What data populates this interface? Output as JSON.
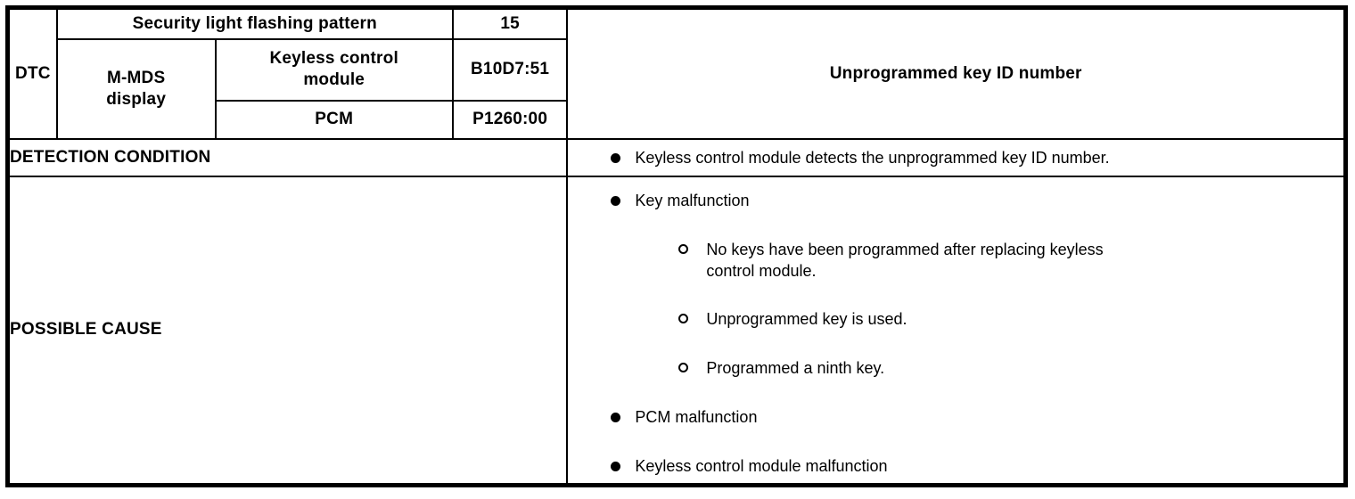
{
  "colors": {
    "border": "#000000",
    "background": "#ffffff",
    "text": "#000000"
  },
  "header": {
    "dtc_label": "DTC",
    "security_light_label": "Security light flashing pattern",
    "security_light_value": "15",
    "mmds_display_label": "M-MDS\ndisplay",
    "keyless_module_label": "Keyless control\nmodule",
    "keyless_module_code": "B10D7:51",
    "pcm_label": "PCM",
    "pcm_code": "P1260:00",
    "description": "Unprogrammed key ID number"
  },
  "detection_condition": {
    "label": "DETECTION CONDITION",
    "items": [
      "Keyless control module detects the unprogrammed key ID number."
    ]
  },
  "possible_cause": {
    "label": "POSSIBLE CAUSE",
    "items": [
      {
        "text": "Key malfunction",
        "sub": [
          "No keys have been programmed after replacing keyless\ncontrol module.",
          "Unprogrammed key is used.",
          "Programmed a ninth key."
        ]
      },
      {
        "text": "PCM malfunction"
      },
      {
        "text": "Keyless control module malfunction"
      }
    ]
  }
}
